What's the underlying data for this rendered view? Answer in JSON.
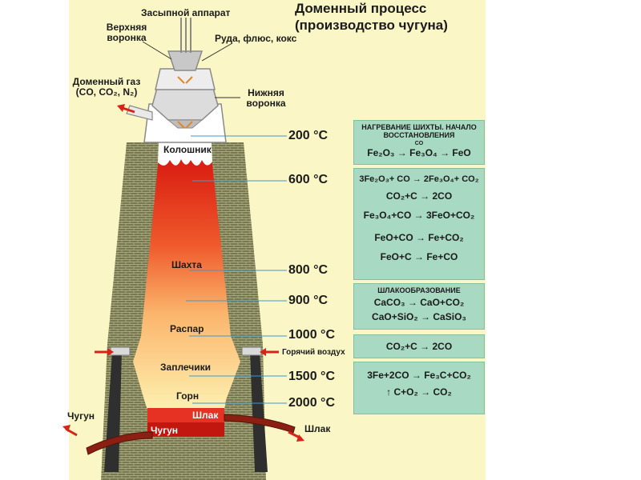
{
  "title": "Доменный  процесс (производство чугуна)",
  "labels": {
    "loader": "Засыпной аппарат",
    "upper_funnel": "Верхняя воронка",
    "ore": "Руда, флюс, кокс",
    "gas": "Доменный газ (CO, CO₂, N₂)",
    "lower_funnel": "Нижняя воронка",
    "hot_air": "Горячий воздух",
    "iron_out": "Чугун",
    "slag_out": "Шлак"
  },
  "zones": {
    "top": "Колошник",
    "shaft": "Шахта",
    "belly": "Распар",
    "bosh": "Заплечики",
    "hearth": "Горн",
    "slag": "Шлак",
    "iron": "Чугун"
  },
  "temperatures": [
    "200 °C",
    "600 °C",
    "800 °C",
    "900 °C",
    "1000 °C",
    "1500 °C",
    "2000 °C"
  ],
  "reactions": {
    "box1_title": "НАГРЕВАНИЕ ШИХТЫ. НАЧАЛО ВОССТАНОВЛЕНИЯ",
    "box1_eq": "Fe₂O₃ → Fe₃O₄ → FeO",
    "box1_over": "CO",
    "box2_eqs": [
      "3Fe₂O₃+ CO → 2Fe₃O₄+ CO₂",
      "CO₂+C → 2CO",
      "Fe₃O₄+CO → 3FeO+CO₂",
      "FeO+CO → Fe+CO₂",
      "FeO+C → Fe+CO"
    ],
    "box3_title": "ШЛАКООБРАЗОВАНИЕ",
    "box3_eqs": [
      "CaCO₃ → CaO+CO₂",
      "CaO+SiO₂ → CaSiO₃"
    ],
    "box4_eq": "CO₂+C → 2CO",
    "box5_eqs": [
      "3Fe+2CO → Fe₃C+CO₂",
      "↑ C+O₂ → CO₂"
    ]
  },
  "colors": {
    "background": "#fbf6c6",
    "reaction_box": "#a8d9c2",
    "brick": "#7c7d55",
    "hot_top": "#d91a10",
    "cool_bottom": "#fdf0b0",
    "arrow": "#d62418"
  }
}
